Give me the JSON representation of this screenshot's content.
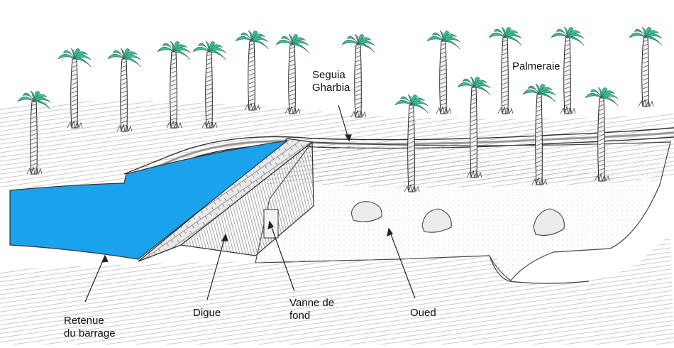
{
  "labels": {
    "seguia": [
      "Seguia",
      "Gharbia"
    ],
    "palmeraie": "Palmeraie",
    "retenue": [
      "Retenue",
      "du barrage"
    ],
    "digue": "Digue",
    "vanne": [
      "Vanne de",
      "fond"
    ],
    "oued": "Oued"
  },
  "colors": {
    "water": "#1aa3ec",
    "palm_leaf": "#3cbf9c",
    "ink": "#222222"
  }
}
